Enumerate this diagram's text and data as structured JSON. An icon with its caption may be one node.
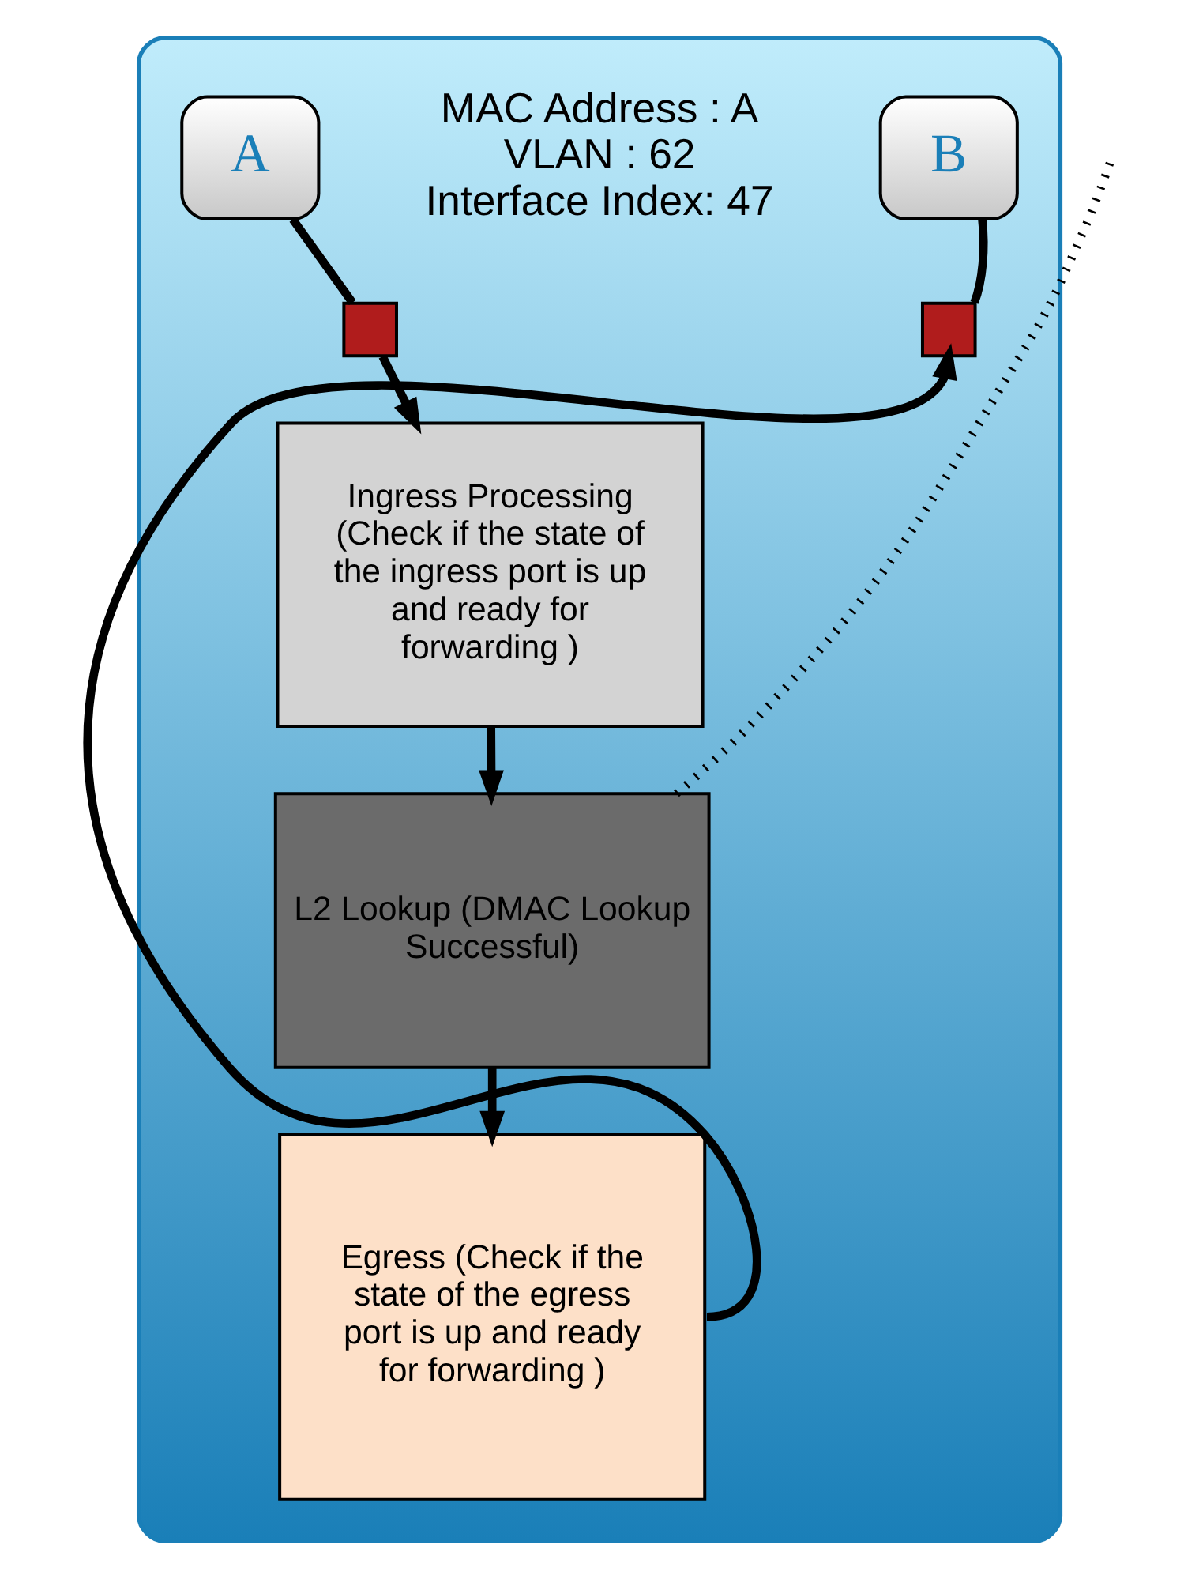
{
  "diagram": {
    "nodes": [
      {
        "text": [],
        "shape": "box"
      },
      {
        "text": [
          "A"
        ],
        "in": 0
      },
      {
        "text": [
          "B"
        ],
        "in": 0
      },
      {
        "text": [],
        "shape": "box",
        "in": 0
      },
      {
        "text": [],
        "shape": "box",
        "in": 0
      },
      {
        "text": [
          "Ingress Processing (Check if the state of the ingress port is up and ready for forwarding )"
        ],
        "in": 0
      },
      {
        "text": [
          "L2 Lookup (DMAC Lookup Successful)"
        ],
        "in": 0
      },
      {
        "text": [
          "Egress (Check if the state of the egress port is up and ready for forwarding )"
        ],
        "in": 0
      }
    ],
    "edges": [
      {
        "from": 1,
        "to": 3,
        "arrow": "none"
      },
      {
        "from": 3,
        "to": 5,
        "arrow": "to"
      },
      {
        "from": 5,
        "to": 6,
        "arrow": "to"
      },
      {
        "from": 6,
        "to": 7,
        "arrow": "to"
      },
      {
        "from": 7,
        "to": 4,
        "arrow": "to"
      },
      {
        "from": 4,
        "to": 2,
        "arrow": "none"
      },
      {
        "from": 6,
        "to": null,
        "arrow": "none",
        "style": "dashed"
      }
    ],
    "labels": [
      "MAC Address : A",
      "VLAN : 62",
      "Interface Index: 47"
    ]
  }
}
